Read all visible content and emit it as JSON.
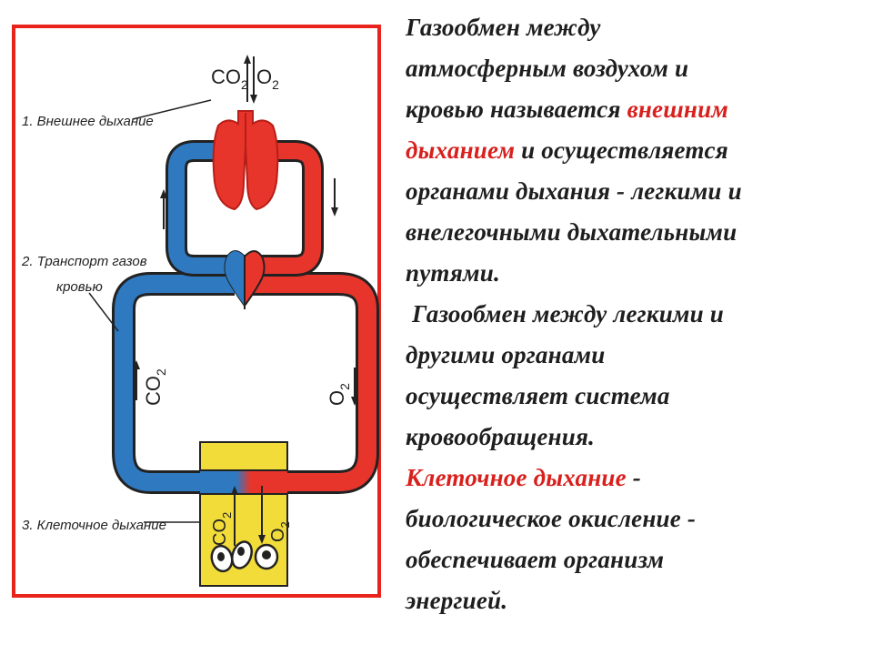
{
  "diagram": {
    "labels": {
      "external_breathing": "1. Внешнее дыхание",
      "gas_transport_line1": "2. Транспорт газов",
      "gas_transport_line2": "кровью",
      "cellular_breathing": "3. Клеточное дыхание"
    },
    "gases": {
      "co2_base": "CO",
      "co2_sub": "2",
      "o2_base": "O",
      "o2_sub": "2"
    },
    "colors": {
      "frame": "#e8231c",
      "venous": "#2f79c0",
      "arterial": "#e8352c",
      "tissue": "#f2dc3a"
    }
  },
  "text": {
    "p1_l1": "Газообмен между",
    "p1_l2": "атмосферным воздухом и",
    "p1_l3_a": "кровью называется ",
    "p1_l3_b": "внешним",
    "p1_l4_a": "дыханием",
    "p1_l4_b": " и осуществляется",
    "p1_l5": "органами дыхания - легкими и",
    "p1_l6": "внелегочными дыхательными",
    "p1_l7": "путями.",
    "p2_l1": " Газообмен между легкими и",
    "p2_l2": "другими органами",
    "p2_l3": "осуществляет система",
    "p2_l4": "кровообращения.",
    "p3_l1_a": "Клеточное дыхание",
    "p3_l1_b": " -",
    "p3_l2": "биологическое окисление -",
    "p3_l3": "обеспечивает организм",
    "p3_l4": "энергией."
  }
}
